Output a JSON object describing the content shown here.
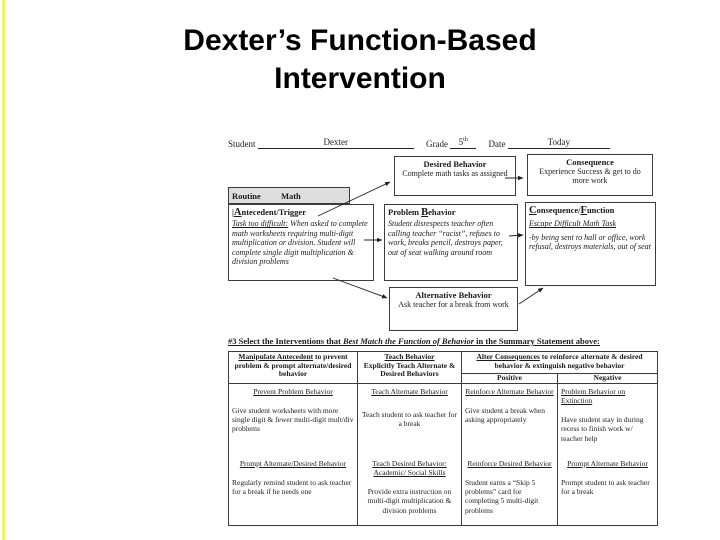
{
  "slide": {
    "title_line1": "Dexter’s Function-Based",
    "title_line2": "Intervention"
  },
  "form": {
    "student_label": "Student",
    "student_value": "Dexter",
    "grade_label": "Grade",
    "grade_value": "5",
    "grade_suffix": "th",
    "date_label": "Date",
    "date_value": "Today"
  },
  "diagram": {
    "routine_label": "Routine",
    "routine_value": "Math",
    "antecedent": {
      "title_bar": "|",
      "title_initial": "A",
      "title_rest": "ntecedent/Trigger",
      "lead": "Task too difficult:",
      "body": " When asked to complete math worksheets requiring multi-digit multiplication or division. Student will complete single digit multiplication & division problems"
    },
    "desired": {
      "title": "Desired Behavior",
      "body": "Complete math tasks as assigned"
    },
    "consequence": {
      "title": "Consequence",
      "body": "Experience Success & get to do more work"
    },
    "problem": {
      "title_pre": "Problem ",
      "title_initial": "B",
      "title_rest": "ehavior",
      "body": "Student disrespects teacher often calling teacher “racist”, refuses to work, breaks pencil, destroys paper, out of seat walking around room"
    },
    "function": {
      "title_initial": "C",
      "title_mid": "onsequence/",
      "title_initial2": "F",
      "title_rest": "unction",
      "lead": "Escape Difficult Math Task",
      "body": "-by being sent to hall or office, work refusal, destroys materials, out of seat"
    },
    "alternative": {
      "title": "Alternative Behavior",
      "body": "Ask teacher for a break from work"
    }
  },
  "interventions": {
    "heading_prefix": "#3 Select the Interventions that ",
    "heading_emphasis": "Best Match the Function of Behavior",
    "heading_suffix": " in the Summary Statement above:",
    "col1_header_u": "Manipulate Antecedent",
    "col1_header_rest": " to prevent problem & prompt alternate/desired behavior",
    "col2_header_u": "Teach Behavior",
    "col2_header_line2": "Explicitly Teach Alternate & Desired Behaviors",
    "col34_header_u": "Alter Consequences",
    "col34_header_rest": " to reinforce alternate & desired behavior & extinguish negative behavior",
    "positive_label": "Positive",
    "negative_label": "Negative",
    "cells": [
      {
        "sections": [
          {
            "head": "Prevent Problem Behavior",
            "body": "Give student worksheets with more single digit & fewer multi-digit mult/div problems"
          },
          {
            "head": "Prompt Alternate/Desired Behavior",
            "body": "Regularly remind student to ask teacher for a break if he needs one"
          }
        ]
      },
      {
        "sections": [
          {
            "head": "Teach Alternate Behavior",
            "body": "Teach student to ask teacher for a break"
          },
          {
            "head": "Teach Desired Behavior: Academic/ Social Skills",
            "body": "Provide extra instruction on multi-digit multiplication & division problems"
          }
        ]
      },
      {
        "sections": [
          {
            "head": "Reinforce Alternate Behavior",
            "body": "Give student a break when asking appropriately"
          },
          {
            "head": "Reinforce Desired Behavior",
            "body": "Student earns a “Skip 5 problems” card for completing 5 multi-digit problems"
          }
        ]
      },
      {
        "sections": [
          {
            "head": "Problem Behavior on Extinction",
            "body": "Have student stay in during recess to finish work w/ teacher help"
          },
          {
            "head": "Prompt Alternate Behavior",
            "body": "Prompt student to ask teacher for a break"
          }
        ]
      }
    ]
  }
}
